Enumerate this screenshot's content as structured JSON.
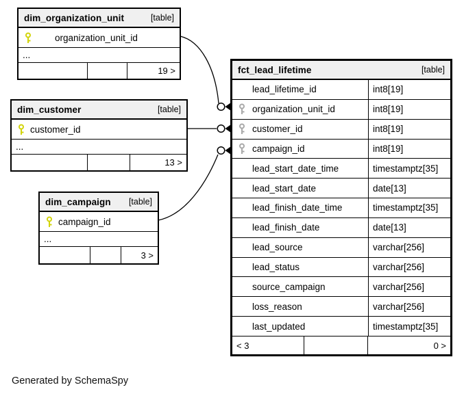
{
  "colors": {
    "page-bg": "#ffffff",
    "line": "#000000",
    "header-bg": "#f0f0f0",
    "pk-key": "#d2d40a",
    "fk-key": "#a9a9a9"
  },
  "footer_note": "Generated by SchemaSpy",
  "tables": {
    "org": {
      "title": "dim_organization_unit",
      "tag": "[table]",
      "pk": "organization_unit_id",
      "ellipsis": "...",
      "stat_right": "19 >"
    },
    "cust": {
      "title": "dim_customer",
      "tag": "[table]",
      "pk": "customer_id",
      "ellipsis": "...",
      "stat_right": "13 >"
    },
    "camp": {
      "title": "dim_campaign",
      "tag": "[table]",
      "pk": "campaign_id",
      "ellipsis": "...",
      "stat_right": "3 >"
    },
    "fct": {
      "title": "fct_lead_lifetime",
      "tag": "[table]",
      "columns": [
        {
          "name": "lead_lifetime_id",
          "type": "int8[19]"
        },
        {
          "name": "organization_unit_id",
          "type": "int8[19]"
        },
        {
          "name": "customer_id",
          "type": "int8[19]"
        },
        {
          "name": "campaign_id",
          "type": "int8[19]"
        },
        {
          "name": "lead_start_date_time",
          "type": "timestamptz[35]"
        },
        {
          "name": "lead_start_date",
          "type": "date[13]"
        },
        {
          "name": "lead_finish_date_time",
          "type": "timestamptz[35]"
        },
        {
          "name": "lead_finish_date",
          "type": "date[13]"
        },
        {
          "name": "lead_source",
          "type": "varchar[256]"
        },
        {
          "name": "lead_status",
          "type": "varchar[256]"
        },
        {
          "name": "source_campaign",
          "type": "varchar[256]"
        },
        {
          "name": "loss_reason",
          "type": "varchar[256]"
        },
        {
          "name": "last_updated",
          "type": "timestamptz[35]"
        }
      ],
      "stat_left": "< 3",
      "stat_right": "0 >"
    }
  }
}
